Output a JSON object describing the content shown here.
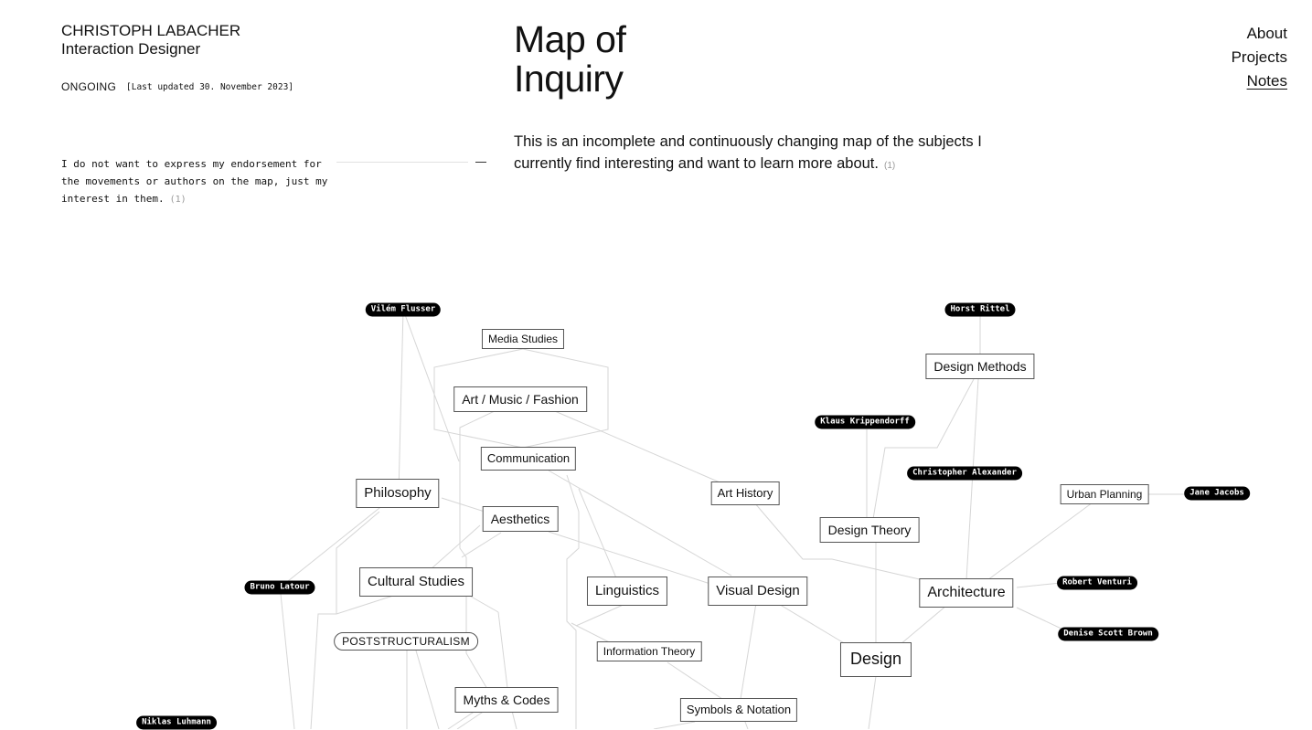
{
  "header": {
    "name": "CHRISTOPH LABACHER",
    "role": "Interaction Designer",
    "status": "ONGOING",
    "updated": "[Last updated 30. November 2023]"
  },
  "title_line1": "Map of",
  "title_line2": "Inquiry",
  "intro": "This is an incomplete and continuously changing map of the subjects I currently find interesting and want to learn more about.",
  "intro_footnote": "(1)",
  "disclaimer": "I do not want to express my endorsement for the movements or authors on the map, just my interest in them.",
  "disclaimer_footnote": "(1)",
  "nav": {
    "about": "About",
    "projects": "Projects",
    "notes": "Notes",
    "active": "Notes"
  },
  "map": {
    "topics": {
      "media_studies": "Media Studies",
      "art_music_fashion": "Art / Music / Fashion",
      "communication": "Communication",
      "philosophy": "Philosophy",
      "aesthetics": "Aesthetics",
      "cultural_studies": "Cultural Studies",
      "poststructuralism": "POSTSTRUCTURALISM",
      "myths_codes": "Myths & Codes",
      "linguistics": "Linguistics",
      "information_theory": "Information Theory",
      "symbols_notation": "Symbols & Notation",
      "visual_design": "Visual Design",
      "art_history": "Art History",
      "design_theory": "Design Theory",
      "design_methods": "Design Methods",
      "architecture": "Architecture",
      "design": "Design",
      "urban_planning": "Urban Planning"
    },
    "people": {
      "vilem_flusser": "Vilém Flusser",
      "horst_rittel": "Horst Rittel",
      "klaus_krippendorff": "Klaus Krippendorff",
      "christopher_alexander": "Christopher Alexander",
      "jane_jacobs": "Jane Jacobs",
      "bruno_latour": "Bruno Latour",
      "robert_venturi": "Robert Venturi",
      "denise_scott_brown": "Denise Scott Brown",
      "niklas_luhmann": "Niklas Luhmann"
    }
  }
}
